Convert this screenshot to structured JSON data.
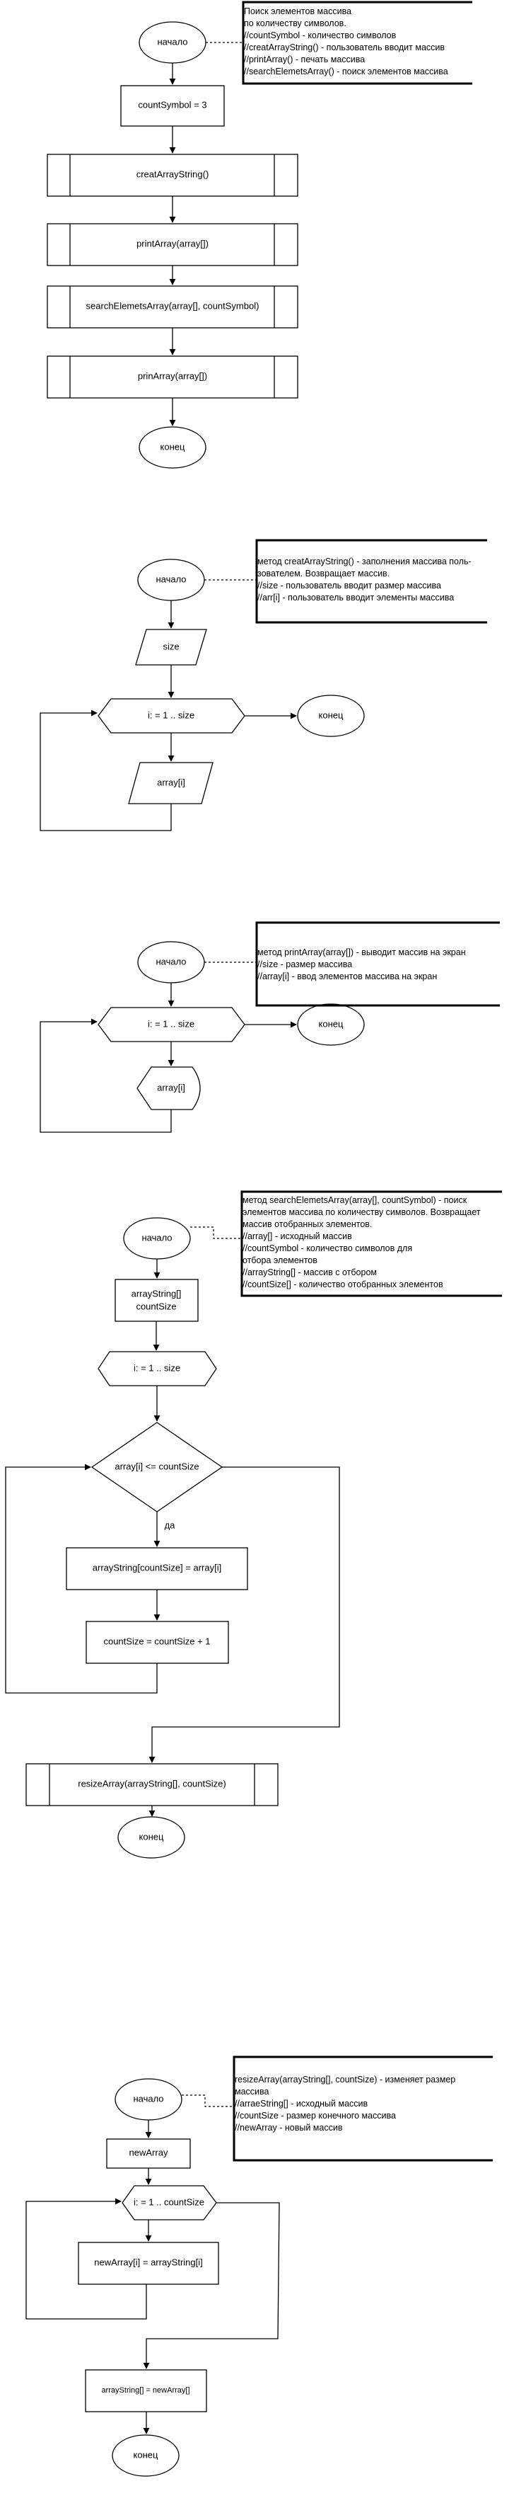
{
  "flow1": {
    "start": "начало",
    "init": "countSymbol = 3",
    "step1": "creatArrayString()",
    "step2": "printArray(array[])",
    "step3": "searchElemetsArray(array[], countSymbol)",
    "step4": "prinArray(array[])",
    "end": "конец",
    "note": [
      "Поиск элементов массива",
      "по количеству символов.",
      "//countSymbol - количество символов",
      "//creatArrayString() - пользователь вводит массив",
      "//printArray() - печать массива",
      "//searchElemetsArray() - поиск элементов массива"
    ]
  },
  "flow2": {
    "start": "начало",
    "input": "size",
    "loop": "i: = 1 .. size",
    "end": "конец",
    "body": "array[i]",
    "note": [
      "метод creatArrayString() - заполнения массива поль-",
      "зователем. Возвращает массив.",
      "//size - пользователь вводит размер массива",
      "//arr[i] - пользователь вводит элементы массива"
    ]
  },
  "flow3": {
    "start": "начало",
    "loop": "i: = 1 .. size",
    "end": "конец",
    "body": "array[i]",
    "note": [
      "метод printArray(array[]) - выводит массив на экран",
      "//size - размер массива",
      "//array[i] - ввод элементов массива на экран"
    ]
  },
  "flow4": {
    "start": "начало",
    "init_line1": "arrayString[]",
    "init_line2": "countSize",
    "loop": "i: = 1 .. size",
    "condition": "array[i] <= countSize",
    "yes": "да",
    "assign": "arrayString[countSize] = array[i]",
    "increment": "countSize = countSize + 1",
    "resize": "resizeArray(arrayString[], countSize)",
    "end": "конец",
    "note": [
      "метод searchElemetsArray(array[], countSymbol) - поиск",
      "элементов массива по количеству символов. Возвращает",
      "массив отобранных элементов.",
      "//array[] - исходный массив",
      "//countSymbol - количество символов для",
      "отбора элементов",
      "//arrayString[] - массив с отбором",
      "//countSize[] - количество отобранных элементов"
    ]
  },
  "flow5": {
    "start": "начало",
    "init": "newArray",
    "loop": "i: = 1 .. countSize",
    "body": "newArray[i] = arrayString[i]",
    "assign": "arrayString[] = newArray[]",
    "end": "конец",
    "note": [
      "resizeArray(arrayString[], countSize) - изменяет размер",
      "массива",
      "//arraeString[] - исходный массив",
      "//countSize - размер конечного массива",
      "//newArray - новый массив"
    ]
  }
}
